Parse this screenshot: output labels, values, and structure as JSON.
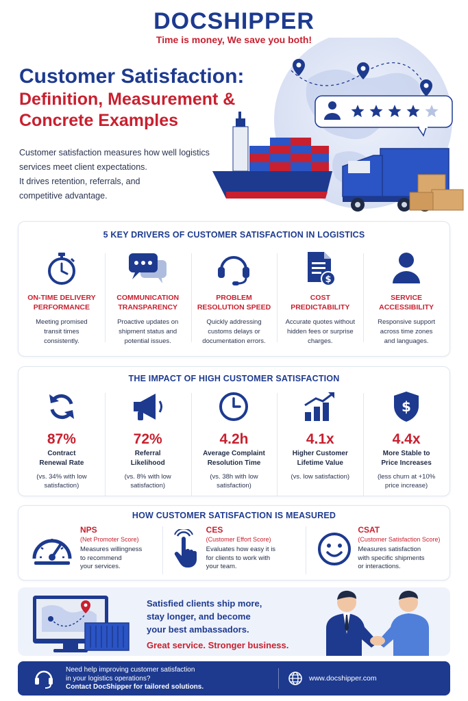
{
  "brand": {
    "logo": "DOCSHIPPER",
    "tagline": "Time is money, We save you both!"
  },
  "hero": {
    "title_line1": "Customer Satisfaction:",
    "title_line2": "Definition, Measurement &",
    "title_line3": "Concrete Examples",
    "desc_line1": "Customer satisfaction measures how well logistics",
    "desc_line2": "services meet client expectations.",
    "desc_line3": "It drives retention, referrals, and",
    "desc_line4": "competitive advantage.",
    "rating_stars": 4,
    "rating_max": 5
  },
  "drivers": {
    "title": "5 KEY DRIVERS OF CUSTOMER SATISFACTION IN LOGISTICS",
    "items": [
      {
        "icon": "stopwatch-icon",
        "title1": "ON-TIME DELIVERY",
        "title2": "PERFORMANCE",
        "desc1": "Meeting promised",
        "desc2": "transit times",
        "desc3": "consistently."
      },
      {
        "icon": "chat-bubbles-icon",
        "title1": "COMMUNICATION",
        "title2": "TRANSPARENCY",
        "desc1": "Proactive updates on",
        "desc2": "shipment status and",
        "desc3": "potential issues."
      },
      {
        "icon": "headset-icon",
        "title1": "PROBLEM",
        "title2": "RESOLUTION SPEED",
        "desc1": "Quickly addressing",
        "desc2": "customs delays or",
        "desc3": "documentation errors."
      },
      {
        "icon": "invoice-dollar-icon",
        "title1": "COST",
        "title2": "PREDICTABILITY",
        "desc1": "Accurate quotes without",
        "desc2": "hidden fees or surprise",
        "desc3": "charges."
      },
      {
        "icon": "person-icon",
        "title1": "SERVICE",
        "title2": "ACCESSIBILITY",
        "desc1": "Responsive support",
        "desc2": "across time zones",
        "desc3": "and languages."
      }
    ]
  },
  "impact": {
    "title": "THE IMPACT OF HIGH CUSTOMER SATISFACTION",
    "items": [
      {
        "icon": "refresh-arrows-icon",
        "value": "87%",
        "label1": "Contract",
        "label2": "Renewal Rate",
        "note1": "(vs. 34% with low",
        "note2": "satisfaction)"
      },
      {
        "icon": "megaphone-icon",
        "value": "72%",
        "label1": "Referral",
        "label2": "Likelihood",
        "note1": "(vs. 8% with low",
        "note2": "satisfaction)"
      },
      {
        "icon": "clock-icon",
        "value": "4.2h",
        "label1": "Average Complaint",
        "label2": "Resolution Time",
        "note1": "(vs. 38h with low",
        "note2": "satisfaction)"
      },
      {
        "icon": "growth-chart-icon",
        "value": "4.1x",
        "label1": "Higher Customer",
        "label2": "Lifetime Value",
        "note1": "(vs. low satisfaction)",
        "note2": ""
      },
      {
        "icon": "shield-dollar-icon",
        "value": "4.4x",
        "label1": "More Stable to",
        "label2": "Price Increases",
        "note1": "(less churn at +10%",
        "note2": "price increase)"
      }
    ]
  },
  "measured": {
    "title": "HOW CUSTOMER SATISFACTION IS MEASURED",
    "items": [
      {
        "icon": "gauge-icon",
        "abbr": "NPS",
        "full": "(Net Promoter Score)",
        "desc1": "Measures willingness",
        "desc2": "to recommend",
        "desc3": "your services."
      },
      {
        "icon": "tap-hand-icon",
        "abbr": "CES",
        "full": "(Customer Effort Score)",
        "desc1": "Evaluates how easy it is",
        "desc2": "for clients to work with",
        "desc3": "your team."
      },
      {
        "icon": "smiley-icon",
        "abbr": "CSAT",
        "full": "(Customer Satisfaction Score)",
        "desc1": "Measures satisfaction",
        "desc2": "with specific shipments",
        "desc3": "or interactions."
      }
    ]
  },
  "banner": {
    "line1": "Satisfied clients ship more,",
    "line2": "stay longer, and become",
    "line3": "your best ambassadors.",
    "strong": "Great service. Stronger business."
  },
  "footer": {
    "line1": "Need help improving customer satisfaction",
    "line2": "in your logistics operations?",
    "line3": "Contact DocShipper for tailored solutions.",
    "url": "www.docshipper.com"
  },
  "colors": {
    "brand_blue": "#1d3a8f",
    "accent_red": "#c8202f",
    "panel_border": "#dfe5f0"
  }
}
